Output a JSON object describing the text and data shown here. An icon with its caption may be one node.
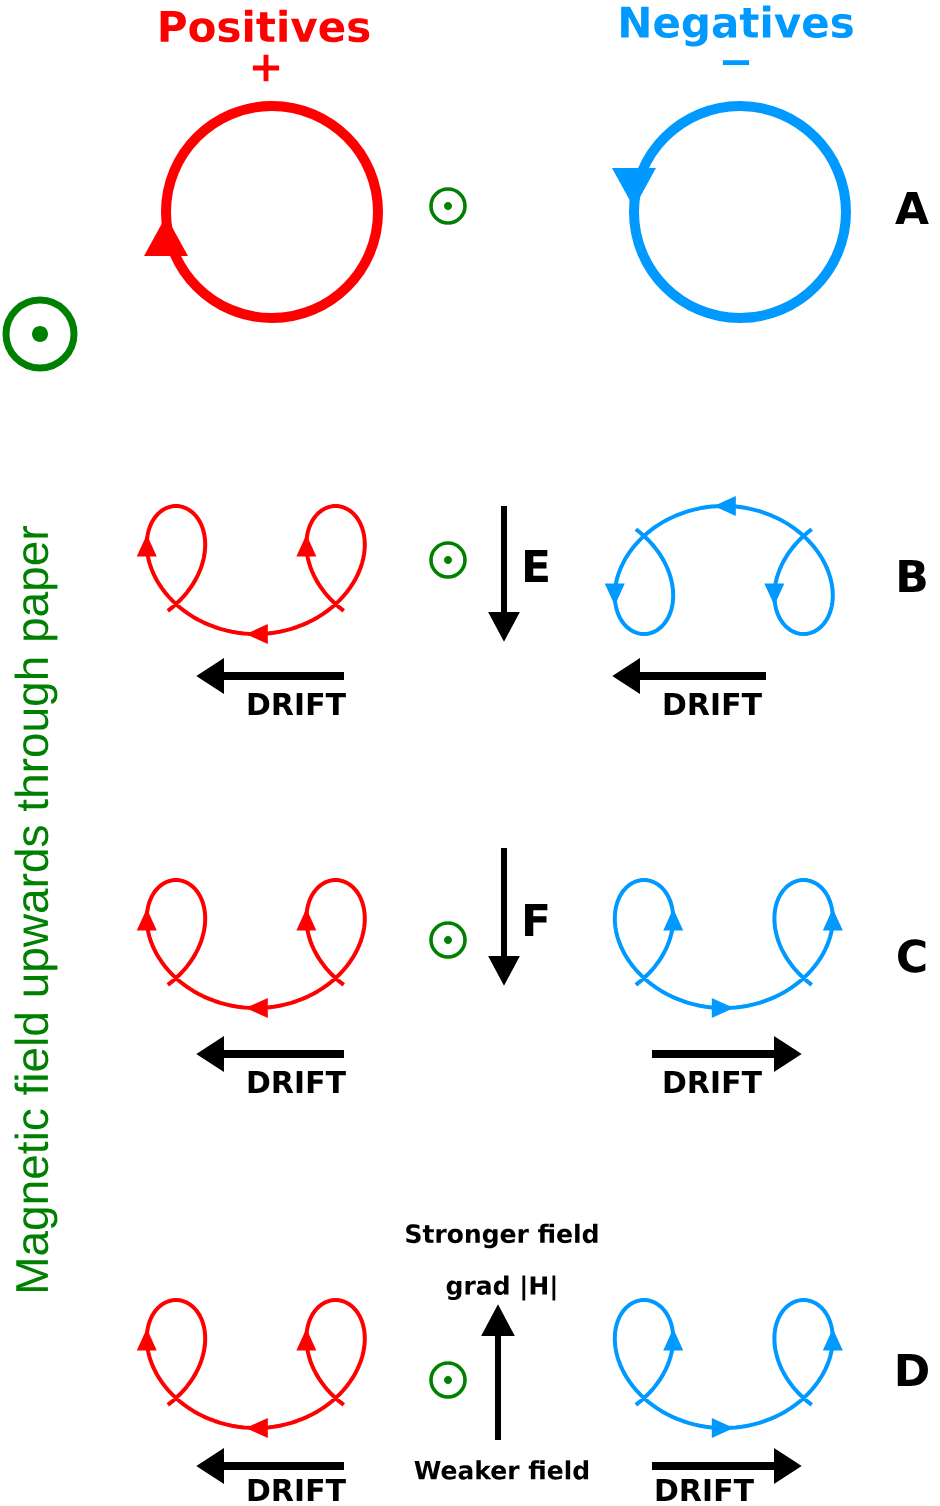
{
  "diagram": {
    "labels": [
      "Positives",
      "Negatives",
      "+",
      "−",
      "A",
      "E",
      "B",
      "DRIFT",
      "DRIFT",
      "F",
      "C",
      "DRIFT",
      "DRIFT",
      "Stronger field",
      "grad |**H**|",
      "D",
      "Weaker field",
      "DRIFT",
      "DRIFT",
      "Magnetic field upwards through paper"
    ]
  }
}
